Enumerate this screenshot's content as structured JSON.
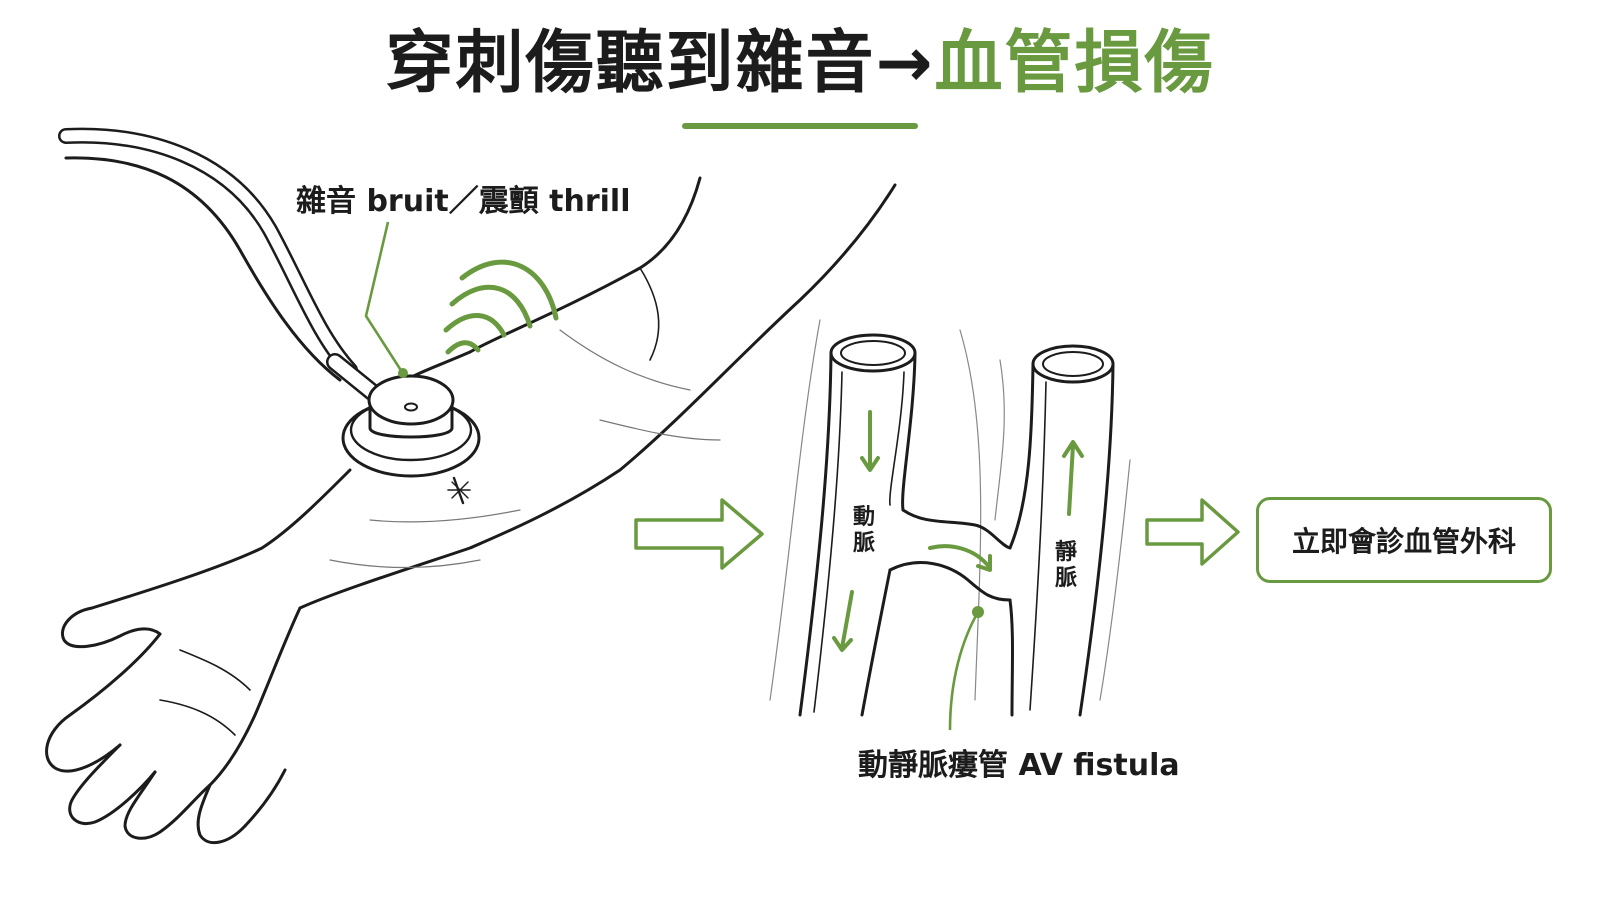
{
  "title": {
    "part1": "穿刺傷聽到雜音→",
    "part2": "血管損傷"
  },
  "labels": {
    "bruit_thrill": "雜音 bruit／震顫 thrill",
    "artery": "動脈",
    "vein": "靜脈",
    "fistula": "動靜脈瘻管 AV fistula"
  },
  "action": {
    "text": "立即會診血管外科"
  },
  "colors": {
    "accent": "#6a9a3f",
    "ink": "#1c1c1c"
  },
  "icons": [
    "stethoscope-icon",
    "sound-wave-icon",
    "arrow-right-icon",
    "puncture-wound-icon"
  ]
}
